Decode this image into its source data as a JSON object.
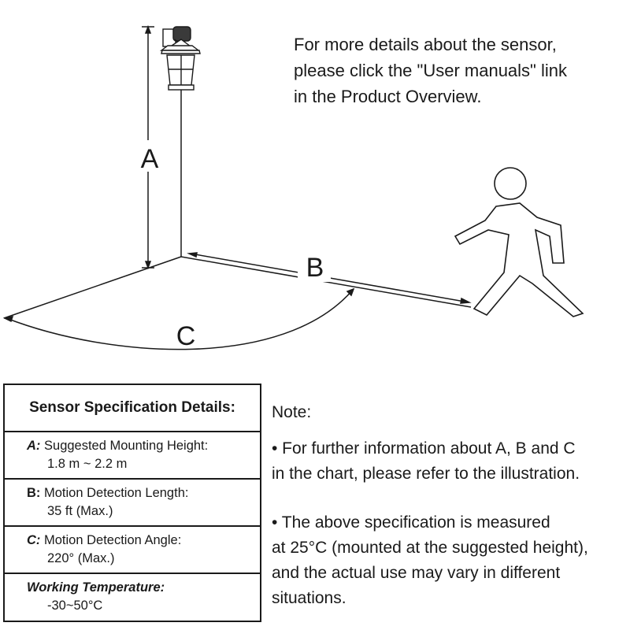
{
  "illustration": {
    "labels": {
      "a": "A",
      "b": "B",
      "c": "C"
    },
    "intro_lines": [
      "For more details about the sensor,",
      "please click the \"User manuals\" link",
      "in the Product Overview."
    ]
  },
  "spec_table": {
    "header": "Sensor Specification Details:",
    "rows": [
      {
        "key": "A:",
        "label": " Suggested Mounting Height:",
        "value": "1.8 m ~ 2.2 m"
      },
      {
        "key": "B:",
        "label": " Motion Detection Length:",
        "value": "35 ft (Max.)"
      },
      {
        "key": "C:",
        "label": " Motion Detection Angle:",
        "value": "220° (Max.)"
      },
      {
        "key": "Working Temperature:",
        "label": "",
        "value": "-30~50°C"
      }
    ]
  },
  "note": {
    "title": "Note:",
    "bullet1": [
      "• For further information about A, B and C",
      " in the chart, please refer to the illustration."
    ],
    "bullet2": [
      "• The above specification is measured",
      "at 25°C (mounted at the suggested height),",
      "and the actual use may vary in different",
      "situations."
    ]
  }
}
